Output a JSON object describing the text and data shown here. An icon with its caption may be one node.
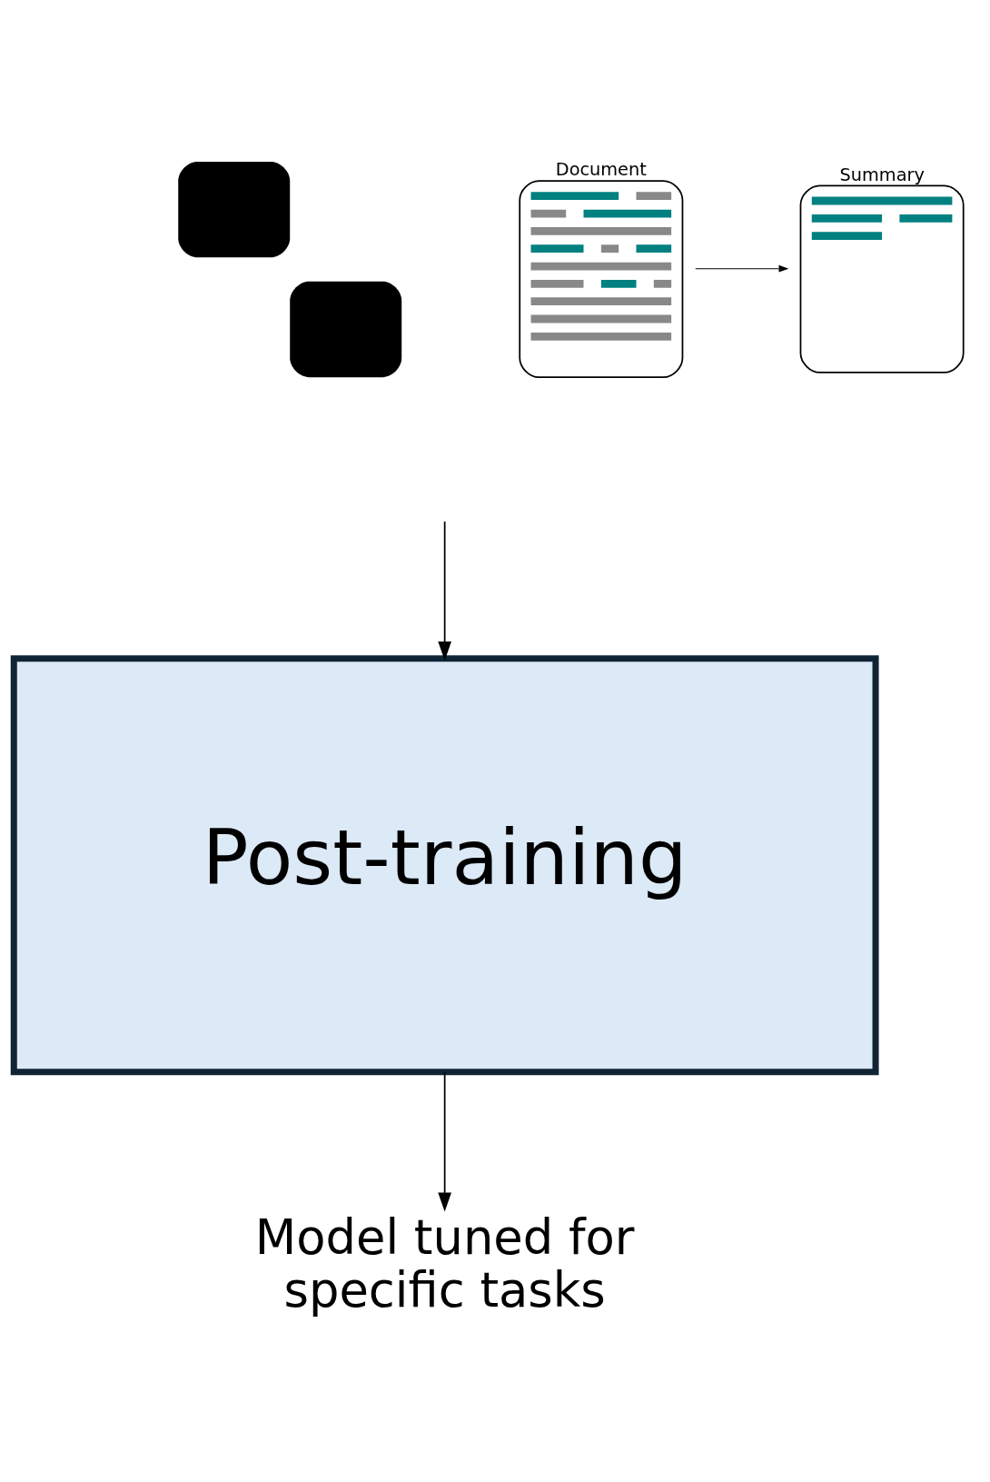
{
  "diagram": {
    "nodes": [
      {
        "text": [],
        "shape": "picture"
      },
      {
        "text": [
          "Document"
        ]
      },
      {
        "text": [
          "Summary"
        ]
      },
      {
        "text": [
          "Post-training"
        ]
      },
      {
        "text": [
          "Model tuned for specific tasks"
        ]
      }
    ],
    "edges": [
      {
        "from": 1,
        "to": 2,
        "arrow": "to"
      },
      {
        "from": null,
        "to": 3,
        "arrow": "to"
      },
      {
        "from": 3,
        "to": 4,
        "arrow": "to"
      }
    ]
  }
}
